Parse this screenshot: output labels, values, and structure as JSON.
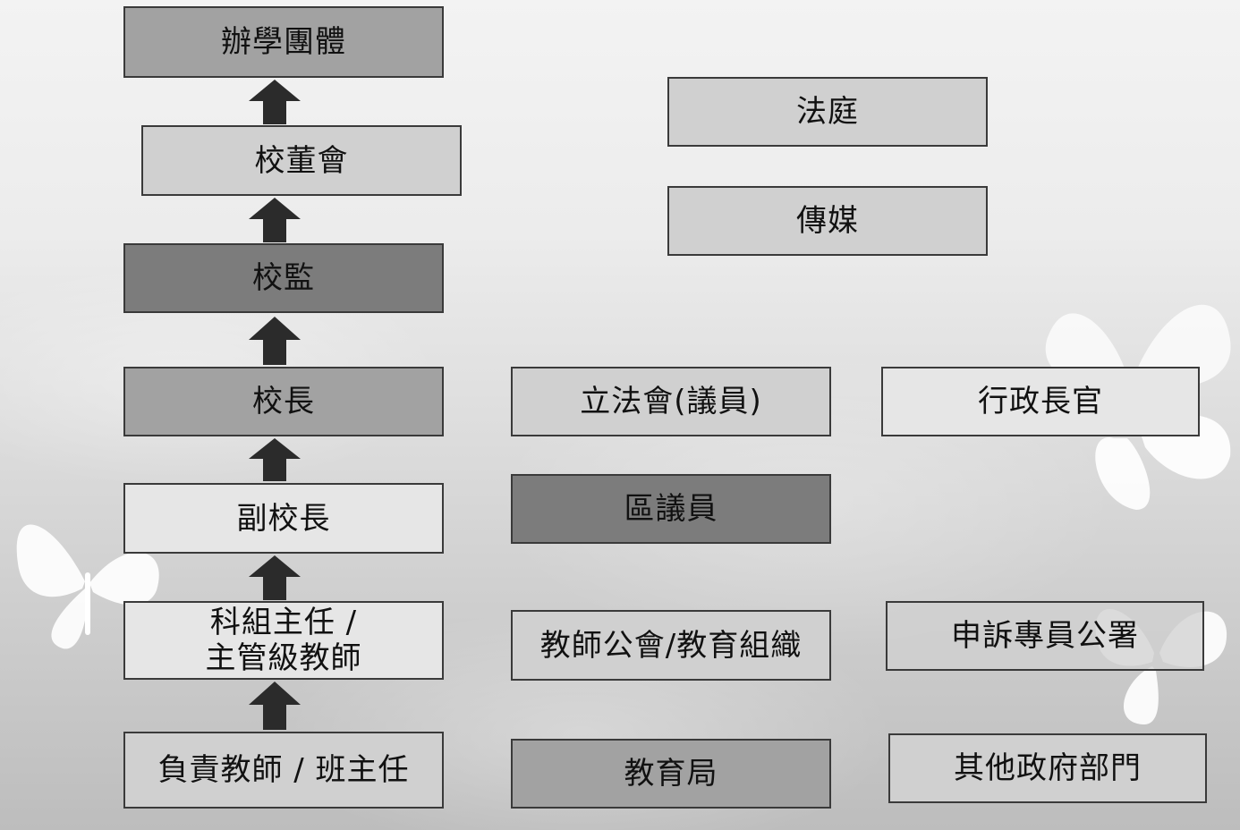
{
  "colors": {
    "dark_box": "#7c7c7c",
    "mid_box": "#a2a2a2",
    "light_box": "#d0d0d0",
    "pale_box": "#e6e6e6",
    "arrow": "#2b2b2b",
    "border": "#3a3a3a"
  },
  "hierarchy": [
    {
      "id": "sponsoring-body",
      "label": "辦學團體"
    },
    {
      "id": "school-board",
      "label": "校董會"
    },
    {
      "id": "supervisor",
      "label": "校監"
    },
    {
      "id": "principal",
      "label": "校長"
    },
    {
      "id": "vice-principal",
      "label": "副校長"
    },
    {
      "id": "panel-head",
      "label": "科組主任 /\n主管級教師"
    },
    {
      "id": "class-teacher",
      "label": "負責教師 / 班主任"
    }
  ],
  "middle_column": [
    {
      "id": "legco",
      "label": "立法會(議員)"
    },
    {
      "id": "district-council",
      "label": "區議員"
    },
    {
      "id": "teachers-union",
      "label": "教師公會/教育組織"
    },
    {
      "id": "education-bureau",
      "label": "教育局"
    }
  ],
  "right_column": [
    {
      "id": "court",
      "label": "法庭"
    },
    {
      "id": "media",
      "label": "傳媒"
    },
    {
      "id": "chief-executive",
      "label": "行政長官"
    },
    {
      "id": "ombudsman",
      "label": "申訴專員公署"
    },
    {
      "id": "other-departments",
      "label": "其他政府部門"
    }
  ]
}
